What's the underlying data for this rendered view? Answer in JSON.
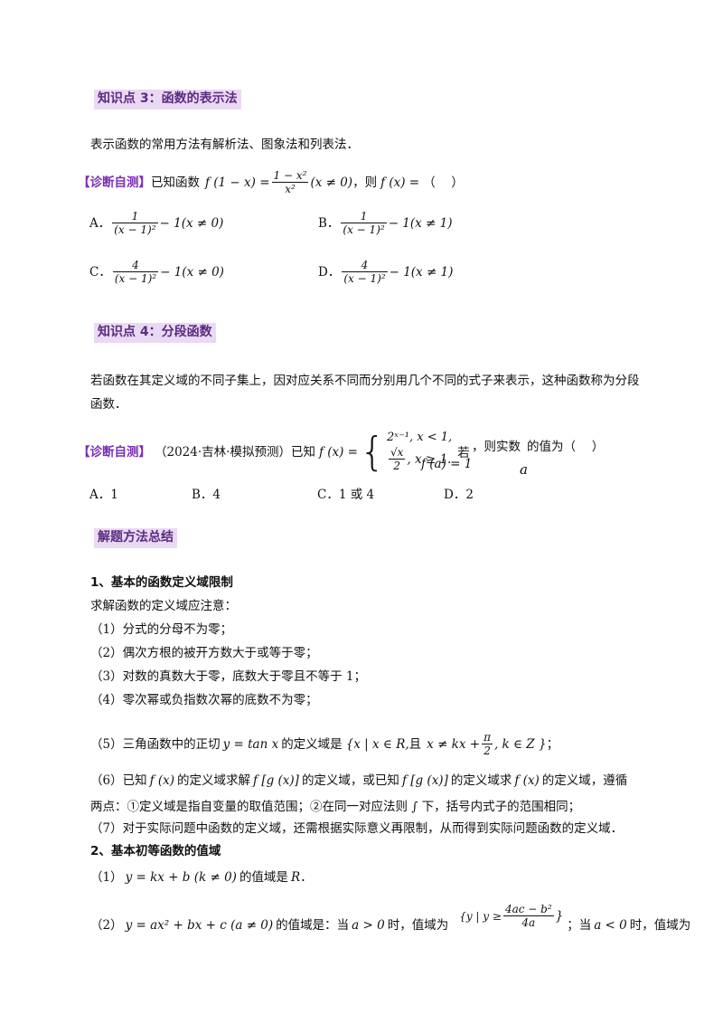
{
  "section3": {
    "heading": "知识点 3：函数的表示法",
    "body": "表示函数的常用方法有解析法、图象法和列表法．",
    "diag_tag": "【诊断自测】",
    "diag_text": "已知函数",
    "lhs": "f (1 − x) =",
    "frac_num": "1 − x²",
    "frac_den": "x²",
    "cond": "(x ≠ 0)",
    "ask": "，则",
    "ask_f": "f (x) =",
    "blank": "（　 ）",
    "options": [
      {
        "letter": "A．",
        "num": "1",
        "den": "(x − 1)²",
        "tail": "− 1(x ≠ 0)"
      },
      {
        "letter": "B．",
        "num": "1",
        "den": "(x − 1)²",
        "tail": "− 1(x ≠ 1)"
      },
      {
        "letter": "C．",
        "num": "4",
        "den": "(x − 1)²",
        "tail": "− 1(x ≠ 0)"
      },
      {
        "letter": "D．",
        "num": "4",
        "den": "(x − 1)²",
        "tail": "− 1(x ≠ 1)"
      }
    ]
  },
  "section4": {
    "heading": "知识点 4：分段函数",
    "body": "若函数在其定义域的不同子集上，因对应关系不同而分别用几个不同的式子来表示，这种函数称为分段函数．",
    "diag_tag": "【诊断自测】",
    "source": "（2024·吉林·模拟预测）已知",
    "lhs": "f (x) =",
    "case1": "2ˣ⁻¹, x < 1,",
    "case2_num": "√x",
    "case2_den": "2",
    "case2_tail": ", x ≥ 1.",
    "if_word": "若",
    "cond": "f (a) = 1",
    "ask": "，则实数",
    "var": "a",
    "ask2": "的值为（　 ）",
    "options": [
      "A．1",
      "B．4",
      "C．1 或 4",
      "D．2"
    ]
  },
  "summary": {
    "heading": "解题方法总结",
    "sub1": "1、基本的函数定义域限制",
    "intro": "求解函数的定义域应注意：",
    "items": [
      "（1）分式的分母不为零；",
      "（2）偶次方根的被开方数大于或等于零；",
      "（3）对数的真数大于零，底数大于零且不等于 1；",
      "（4）零次幂或负指数次幂的底数不为零；"
    ],
    "item5_a": "（5）三角函数中的正切",
    "item5_eq": "y = tan x",
    "item5_b": "的定义域是",
    "item5_set": "{x | x ∈ R,",
    "item5_and": "且",
    "item5_cond": "x ≠ kx +",
    "item5_pi": "π",
    "item5_two": "2",
    "item5_end": ", k ∈ Z }",
    "item5_semi": "；",
    "item6_a": "（6）已知",
    "item6_f": "f (x)",
    "item6_b": "的定义域求解",
    "item6_fg": "f [g (x)]",
    "item6_c": "的定义域，或已知",
    "item6_d": "的定义域求",
    "item6_e": "的定义域，遵循",
    "item6_line2": "两点：①定义域是指自变量的取值范围；②在同一对应法则 ∫ 下，括号内式子的范围相同；",
    "item7": "（7）对于实际问题中函数的定义域，还需根据实际意义再限制，从而得到实际问题函数的定义域．",
    "sub2": "2、基本初等函数的值域",
    "v1_a": "（1）",
    "v1_eq": "y = kx + b (k ≠ 0)",
    "v1_b": "的值域是",
    "v1_R": "R",
    "v1_end": "．",
    "v2_a": "（2）",
    "v2_eq": "y = ax² + bx + c (a ≠ 0)",
    "v2_b": "的值域是：当",
    "v2_cond1": "a > 0",
    "v2_c": "时，值域为",
    "v2_set": "{y | y ≥",
    "v2_num": "4ac − b²",
    "v2_den": "4a",
    "v2_close": "}",
    "v2_d": "；当",
    "v2_cond2": "a < 0",
    "v2_e": "时，值域为"
  }
}
